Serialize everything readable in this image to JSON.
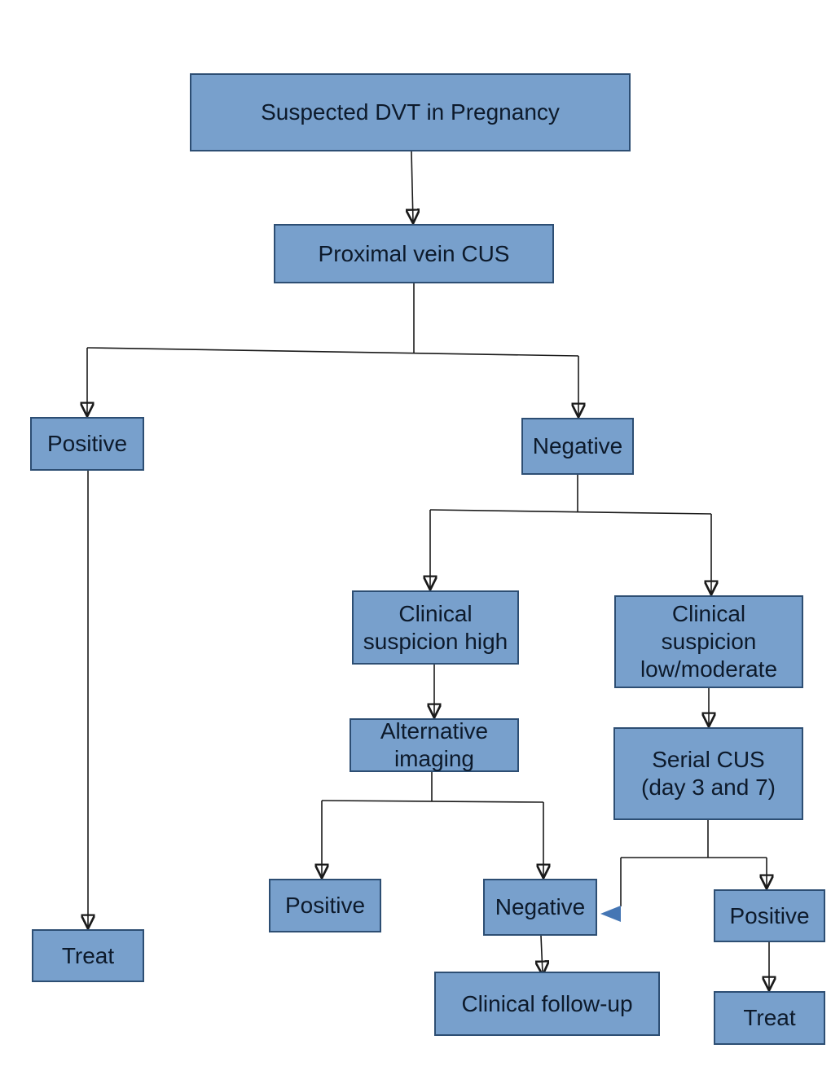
{
  "diagram_title": "Suspected DVT in Pregnancy flowchart",
  "colors": {
    "node_fill": "#78a0cc",
    "node_border": "#2d4e73",
    "node_text": "#0d1a2b",
    "connector": "#1a1a1a",
    "feedback_arrowhead": "#4576b4",
    "background": "#ffffff"
  },
  "nodes": {
    "suspected": {
      "label": "Suspected DVT in Pregnancy"
    },
    "proximal_cus": {
      "label": "Proximal vein CUS"
    },
    "cus_positive": {
      "label": "Positive"
    },
    "cus_negative": {
      "label": "Negative"
    },
    "suspicion_high": {
      "label": "Clinical\nsuspicion high"
    },
    "suspicion_low_moderate": {
      "label": "Clinical\nsuspicion\nlow/moderate"
    },
    "alternative_imaging": {
      "label": "Alternative\nimaging"
    },
    "serial_cus": {
      "label": "Serial CUS\n(day 3 and 7)"
    },
    "imaging_positive": {
      "label": "Positive"
    },
    "imaging_negative": {
      "label": "Negative"
    },
    "serial_positive": {
      "label": "Positive"
    },
    "treat_left": {
      "label": "Treat"
    },
    "clinical_followup": {
      "label": "Clinical follow-up"
    },
    "treat_right": {
      "label": "Treat"
    }
  }
}
